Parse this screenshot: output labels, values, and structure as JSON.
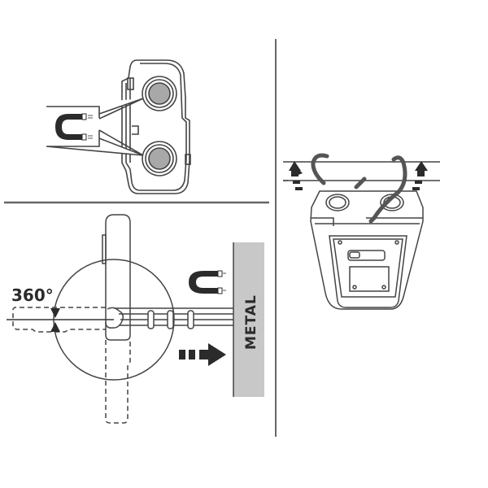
{
  "diagram": {
    "panels": [
      {
        "id": "magnetic-base",
        "description": "Rear view of work light showing two magnets"
      },
      {
        "id": "rotation-and-mounting",
        "description": "Light rotates 360 degrees and attaches magnetically to metal"
      },
      {
        "id": "hook-hanging",
        "description": "Light hung via two hooks from a bar"
      }
    ],
    "labels": {
      "rotation": "360°",
      "surface": "METAL"
    },
    "colors": {
      "line": "#555555",
      "dark": "#2b2b2b",
      "magnet_fill": "#a8a8a8",
      "metal_fill": "#c8c8c8",
      "background": "#ffffff"
    }
  }
}
